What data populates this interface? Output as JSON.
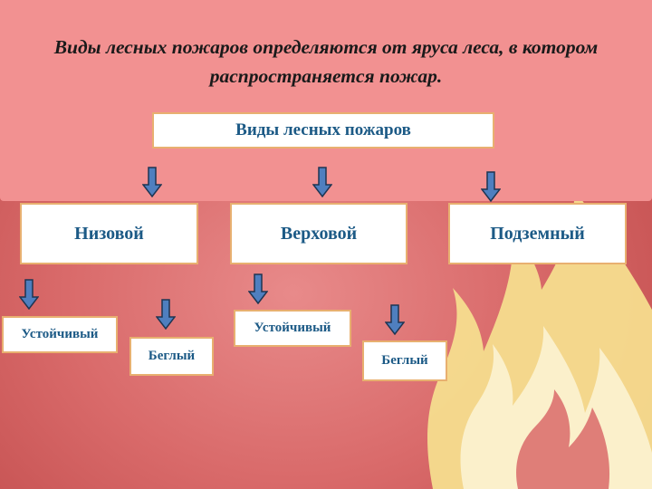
{
  "slide": {
    "title": "Виды лесных пожаров определяются от яруса леса, в котором распространяется пожар."
  },
  "diagram": {
    "root": "Виды лесных пожаров",
    "types": [
      {
        "label": "Низовой",
        "subtypes": [
          "Устойчивый",
          "Беглый"
        ]
      },
      {
        "label": "Верховой",
        "subtypes": [
          "Устойчивый",
          "Беглый"
        ]
      },
      {
        "label": "Подземный",
        "subtypes": []
      }
    ]
  },
  "colors": {
    "background_top": "#f29191",
    "background_bottom": "#c95656",
    "box_fill": "#ffffff",
    "box_border": "#e8b070",
    "box_text": "#1c5a86",
    "arrow_fill": "#4f7fbf",
    "arrow_outline": "#1e3552",
    "flame_outer": "#f7e39a",
    "flame_inner": "#fdf6dc"
  },
  "icons": {
    "arrow": "down-arrow-icon",
    "decoration": "flame-icon"
  }
}
